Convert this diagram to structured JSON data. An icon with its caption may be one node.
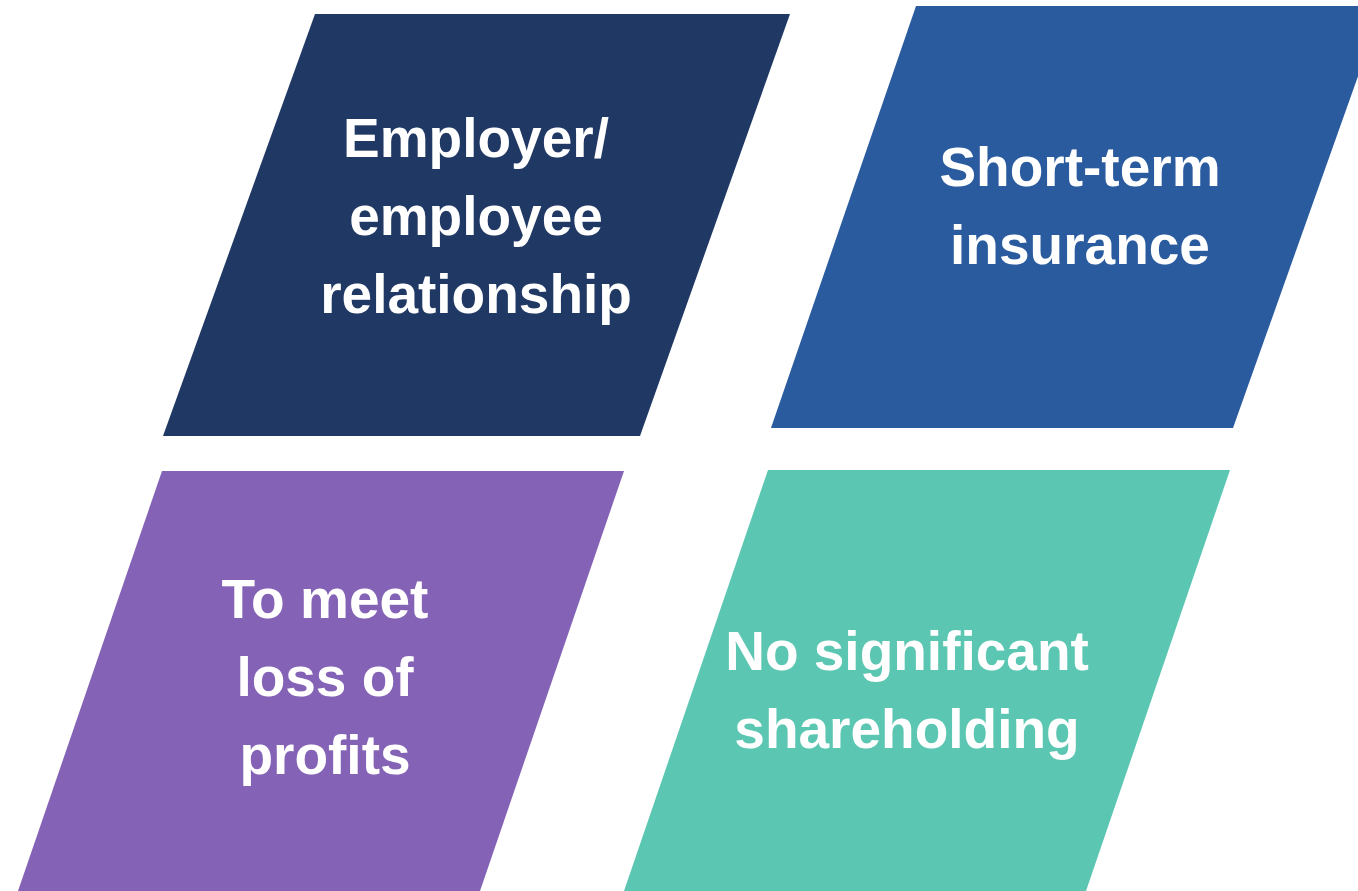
{
  "diagram": {
    "nodes": [
      {
        "text": [
          "Employer/ employee relationship"
        ]
      },
      {
        "text": [
          "Short-term insurance"
        ]
      },
      {
        "text": [
          "To meet loss of profits"
        ]
      },
      {
        "text": [
          "No significant shareholding"
        ]
      }
    ]
  }
}
